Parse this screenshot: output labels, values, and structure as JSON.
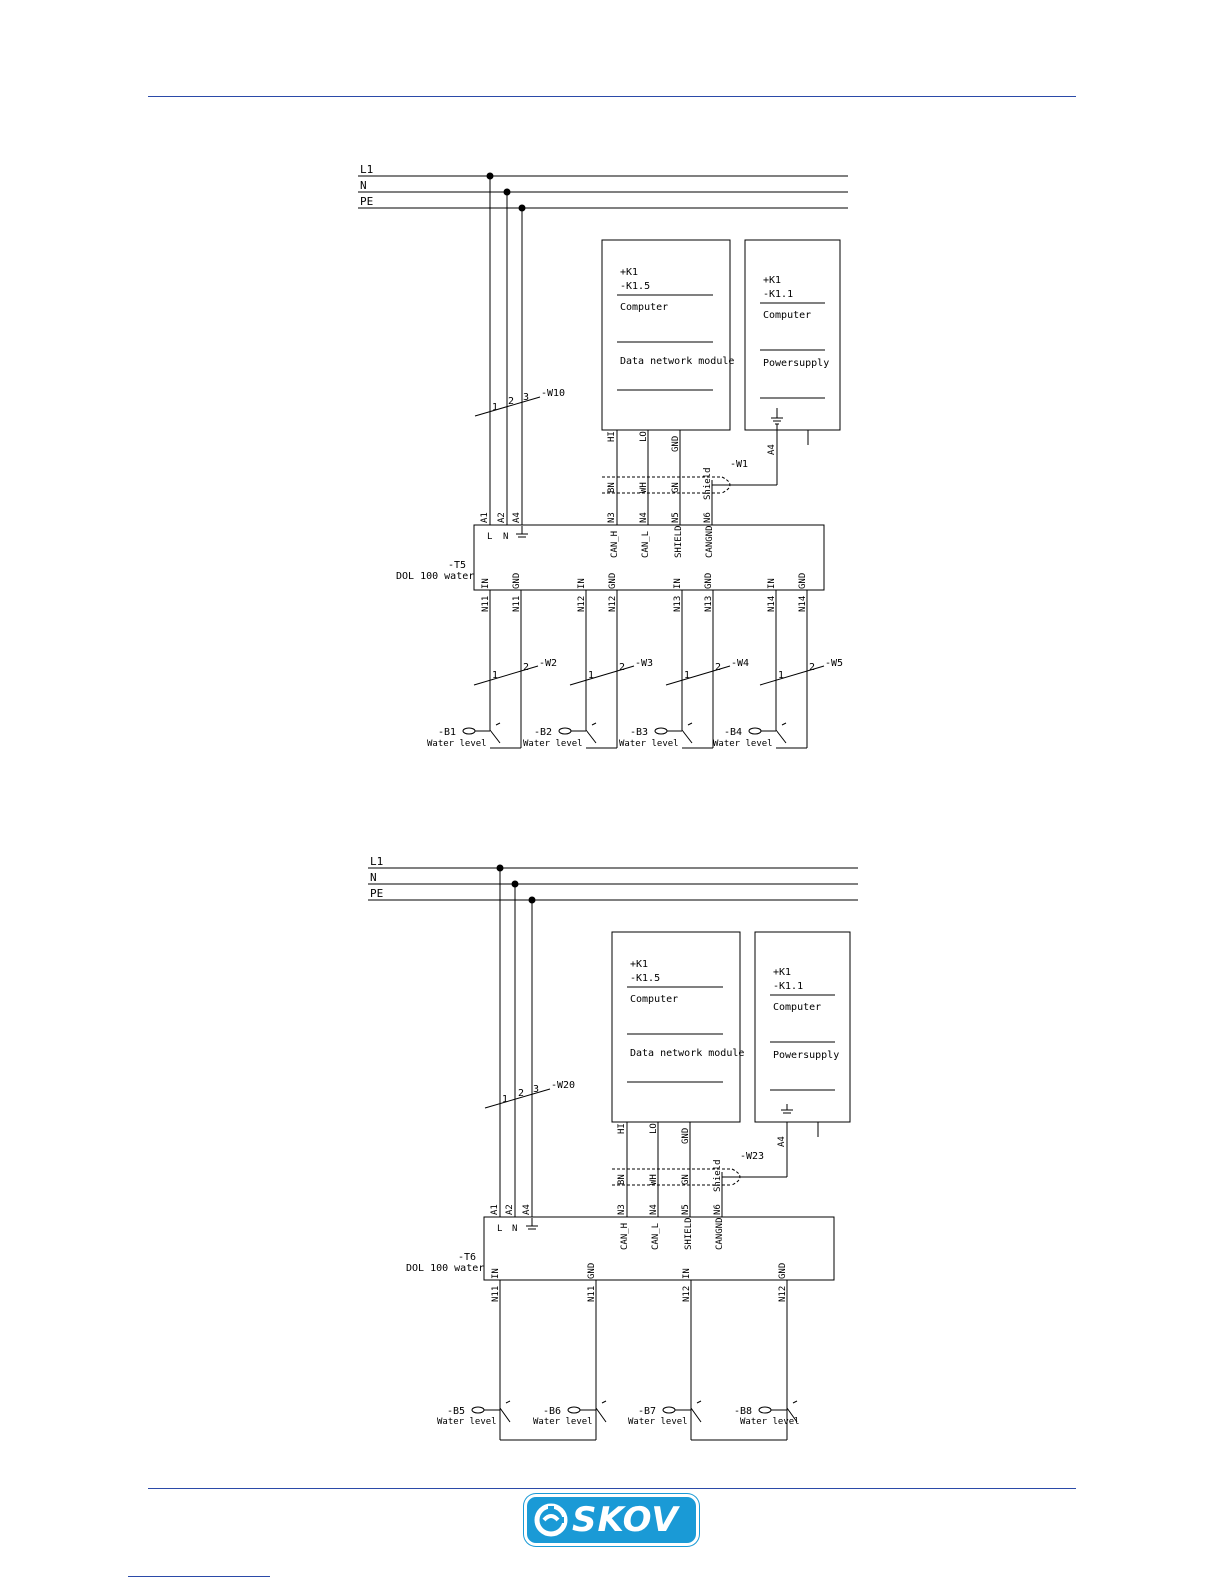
{
  "diagrams": [
    {
      "buses": [
        "L1",
        "N",
        "PE"
      ],
      "cable_main": {
        "id": "-W10",
        "cores": [
          "1",
          "2",
          "3"
        ]
      },
      "module1": {
        "lines": [
          "+K1",
          "-K1.5",
          "Computer",
          "Data network module"
        ],
        "pins": [
          "HI",
          "LO",
          "GND"
        ]
      },
      "module2": {
        "lines": [
          "+K1",
          "-K1.1",
          "Computer",
          "Powersupply"
        ],
        "pin": "A4"
      },
      "network_cable": {
        "id": "-W1",
        "cores": [
          "BN",
          "WH",
          "GN",
          "Shield"
        ]
      },
      "device": {
        "id": "-T5",
        "name": "DOL 100 water",
        "top_terms": [
          "A1",
          "A2",
          "A4"
        ],
        "top_labels": [
          "L",
          "N"
        ],
        "net_terms": [
          "N3",
          "N4",
          "N5",
          "N6"
        ],
        "net_labels": [
          "CAN_H",
          "CAN_L",
          "SHIELD",
          "CANGND"
        ]
      },
      "inputs": [
        {
          "terms": [
            "N11",
            "N11"
          ],
          "labels": [
            "IN",
            "GND"
          ],
          "cable": "-W2",
          "cores": [
            "1",
            "2"
          ],
          "sensor": "-B1",
          "sensor_label": "Water level"
        },
        {
          "terms": [
            "N12",
            "N12"
          ],
          "labels": [
            "IN",
            "GND"
          ],
          "cable": "-W3",
          "cores": [
            "1",
            "2"
          ],
          "sensor": "-B2",
          "sensor_label": "Water level"
        },
        {
          "terms": [
            "N13",
            "N13"
          ],
          "labels": [
            "IN",
            "GND"
          ],
          "cable": "-W4",
          "cores": [
            "1",
            "2"
          ],
          "sensor": "-B3",
          "sensor_label": "Water level"
        },
        {
          "terms": [
            "N14",
            "N14"
          ],
          "labels": [
            "IN",
            "GND"
          ],
          "cable": "-W5",
          "cores": [
            "1",
            "2"
          ],
          "sensor": "-B4",
          "sensor_label": "Water level"
        }
      ]
    },
    {
      "buses": [
        "L1",
        "N",
        "PE"
      ],
      "cable_main": {
        "id": "-W20",
        "cores": [
          "1",
          "2",
          "3"
        ]
      },
      "module1": {
        "lines": [
          "+K1",
          "-K1.5",
          "Computer",
          "Data network module"
        ],
        "pins": [
          "HI",
          "LO",
          "GND"
        ]
      },
      "module2": {
        "lines": [
          "+K1",
          "-K1.1",
          "Computer",
          "Powersupply"
        ],
        "pin": "A4"
      },
      "network_cable": {
        "id": "-W23",
        "cores": [
          "BN",
          "WH",
          "GN",
          "Shield"
        ]
      },
      "device": {
        "id": "-T6",
        "name": "DOL 100 water",
        "top_terms": [
          "A1",
          "A2",
          "A4"
        ],
        "top_labels": [
          "L",
          "N"
        ],
        "net_terms": [
          "N3",
          "N4",
          "N5",
          "N6"
        ],
        "net_labels": [
          "CAN_H",
          "CAN_L",
          "SHIELD",
          "CANGND"
        ]
      },
      "inputs2": [
        {
          "term": "N11",
          "labels": [
            "IN",
            "GND"
          ]
        },
        {
          "term": "N12",
          "labels": [
            "IN",
            "GND"
          ]
        }
      ],
      "sensors": [
        {
          "id": "-B5",
          "label": "Water level"
        },
        {
          "id": "-B6",
          "label": "Water level"
        },
        {
          "id": "-B7",
          "label": "Water level"
        },
        {
          "id": "-B8",
          "label": "Water level"
        }
      ]
    }
  ],
  "logo": {
    "text": "SKOV",
    "color": "#1a9ad6"
  }
}
